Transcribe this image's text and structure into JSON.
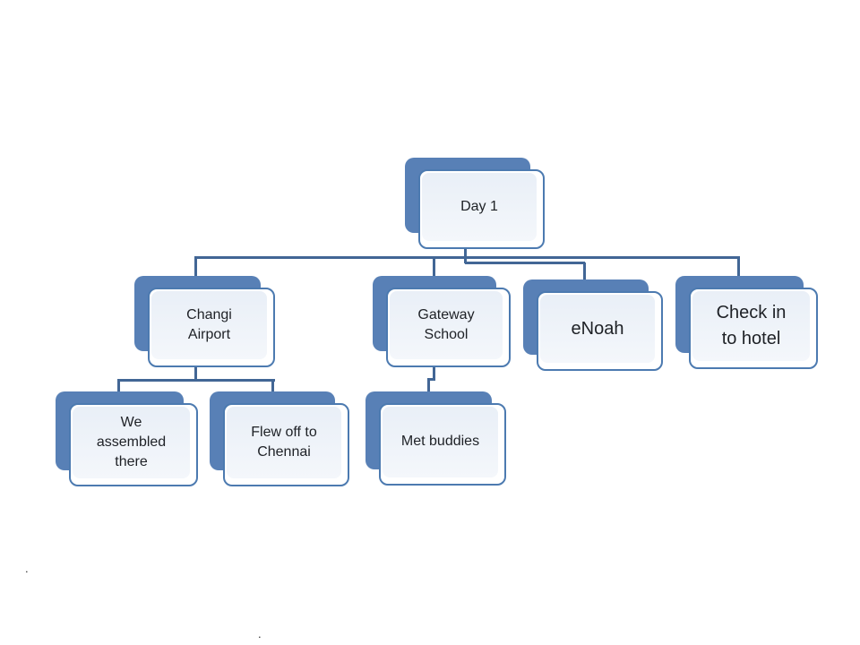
{
  "diagram": {
    "type": "org-chart",
    "nodes": [
      {
        "id": "day1",
        "label": "Day 1",
        "parent": null
      },
      {
        "id": "changi-airport",
        "label": "Changi\nAirport",
        "parent": "day1"
      },
      {
        "id": "gateway-school",
        "label": "Gateway\nSchool",
        "parent": "day1"
      },
      {
        "id": "enoah",
        "label": "eNoah",
        "parent": "day1"
      },
      {
        "id": "check-in-to-hotel",
        "label": "Check in\nto hotel",
        "parent": "day1"
      },
      {
        "id": "we-assembled-there",
        "label": "We\nassembled\nthere",
        "parent": "changi-airport"
      },
      {
        "id": "flew-off-to-chennai",
        "label": "Flew off to\nChennai",
        "parent": "changi-airport"
      },
      {
        "id": "met-buddies",
        "label": "Met buddies",
        "parent": "gateway-school"
      }
    ],
    "stray_marks": [
      {
        "text": "."
      },
      {
        "text": "."
      }
    ]
  },
  "colors": {
    "node_back": "#5880B6",
    "node_border": "#4C7AB0",
    "panel_top": "#E9EFF7",
    "panel_bottom": "#F4F7FB",
    "connector": "#426695",
    "text": "#1E2126"
  }
}
